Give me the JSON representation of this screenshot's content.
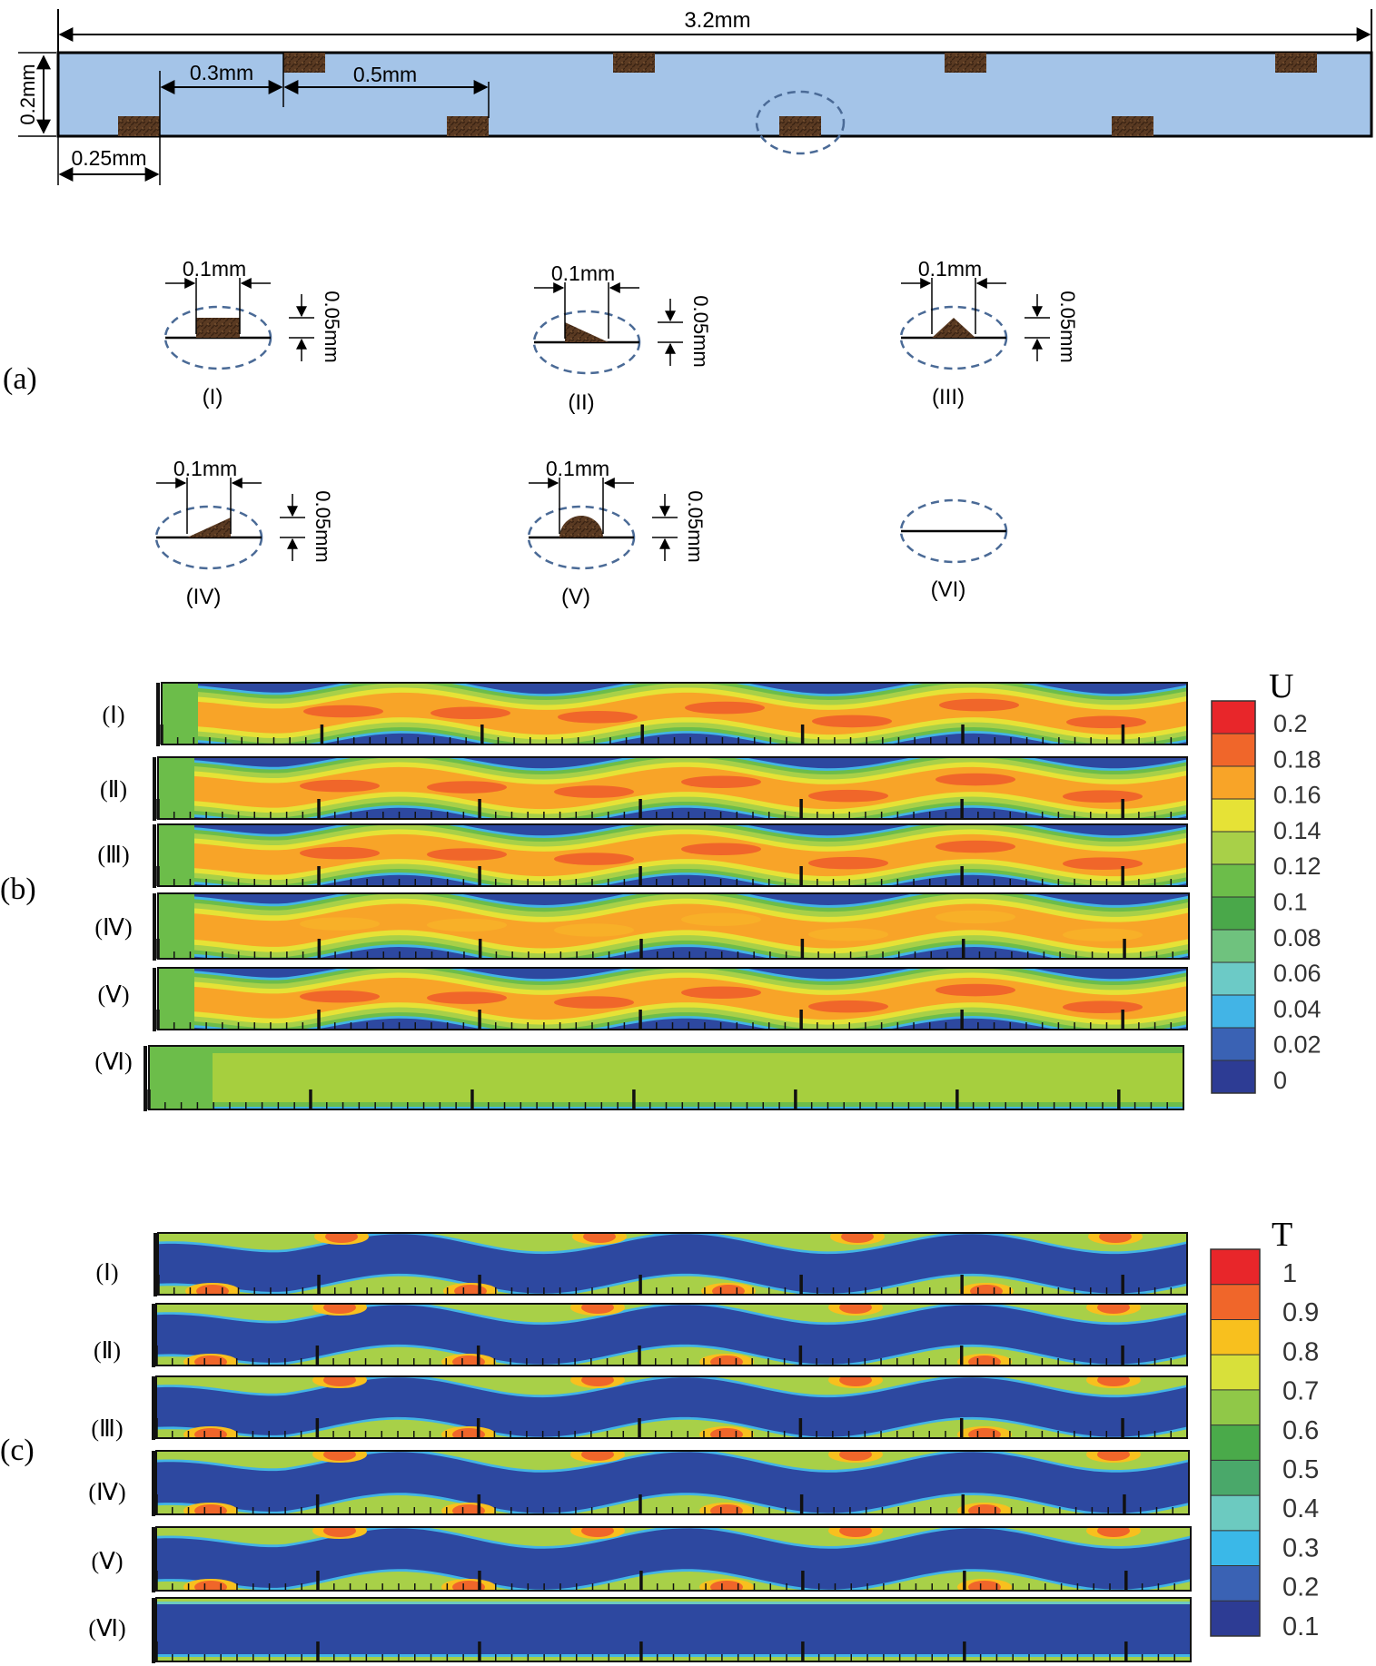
{
  "panel_a": {
    "label": "(a)",
    "overall_length": "3.2mm",
    "height": "0.2mm",
    "spacing_inlet": "0.25mm",
    "spacing_cross": "0.3mm",
    "spacing_same": "0.5mm",
    "shapes": [
      {
        "id": "I",
        "roman": "(I)",
        "width": "0.1mm",
        "height": "0.05mm",
        "shape": "rectangle"
      },
      {
        "id": "II",
        "roman": "(II)",
        "width": "0.1mm",
        "height": "0.05mm",
        "shape": "right-triangle-left"
      },
      {
        "id": "III",
        "roman": "(III)",
        "width": "0.1mm",
        "height": "0.05mm",
        "shape": "isosceles-triangle"
      },
      {
        "id": "IV",
        "roman": "(IV)",
        "width": "0.1mm",
        "height": "0.05mm",
        "shape": "right-triangle-right"
      },
      {
        "id": "V",
        "roman": "(V)",
        "width": "0.1mm",
        "height": "0.05mm",
        "shape": "semicircle"
      },
      {
        "id": "VI",
        "roman": "(VI)",
        "width": "",
        "height": "",
        "shape": "none"
      }
    ]
  },
  "panel_b": {
    "label": "(b)",
    "legend_title": "U",
    "legend_ticks": [
      "0.2",
      "0.18",
      "0.16",
      "0.14",
      "0.12",
      "0.1",
      "0.08",
      "0.06",
      "0.04",
      "0.02",
      "0"
    ],
    "legend_colors": [
      "#e8262a",
      "#f0662a",
      "#f8a428",
      "#e6e236",
      "#a8d048",
      "#6cbd4a",
      "#4aa84a",
      "#6fc27e",
      "#6ccac6",
      "#42b4e6",
      "#3a62b4",
      "#2d3c94"
    ],
    "rows": [
      "(Ⅰ)",
      "(Ⅱ)",
      "(Ⅲ)",
      "(Ⅳ)",
      "(Ⅴ)",
      "(Ⅵ)"
    ]
  },
  "panel_c": {
    "label": "(c)",
    "legend_title": "T",
    "legend_ticks": [
      "1",
      "0.9",
      "0.8",
      "0.7",
      "0.6",
      "0.5",
      "0.4",
      "0.3",
      "0.2",
      "0.1"
    ],
    "legend_colors": [
      "#e8262a",
      "#f0662a",
      "#f8c01e",
      "#d8e03a",
      "#90c848",
      "#4aaa4a",
      "#4aa86a",
      "#6ccac0",
      "#3ab8e8",
      "#3a62b4",
      "#2d3c94"
    ],
    "rows": [
      "(Ⅰ)",
      "(Ⅱ)",
      "(Ⅲ)",
      "(Ⅳ)",
      "(Ⅴ)",
      "(Ⅵ)"
    ]
  },
  "colors": {
    "fluid": "#a4c4e8",
    "obstacle": "#5a3a22",
    "dash": "#4a6a96",
    "channel_blue": "#2d3c94",
    "channel_green": "#7ac24a"
  }
}
